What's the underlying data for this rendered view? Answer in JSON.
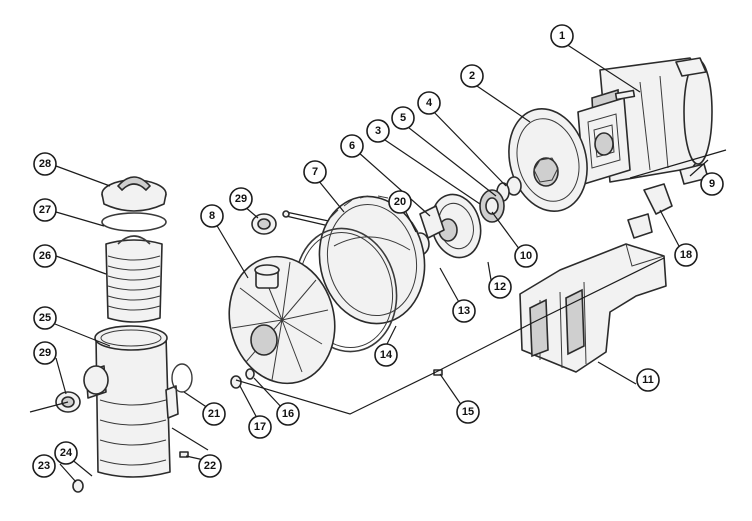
{
  "callouts": [
    {
      "id": "c1",
      "label": "1"
    },
    {
      "id": "c2",
      "label": "2"
    },
    {
      "id": "c3",
      "label": "3"
    },
    {
      "id": "c4",
      "label": "4"
    },
    {
      "id": "c5",
      "label": "5"
    },
    {
      "id": "c6",
      "label": "6"
    },
    {
      "id": "c7",
      "label": "7"
    },
    {
      "id": "c8",
      "label": "8"
    },
    {
      "id": "c9",
      "label": "9"
    },
    {
      "id": "c10",
      "label": "10"
    },
    {
      "id": "c11",
      "label": "11"
    },
    {
      "id": "c12",
      "label": "12"
    },
    {
      "id": "c13",
      "label": "13"
    },
    {
      "id": "c14",
      "label": "14"
    },
    {
      "id": "c15",
      "label": "15"
    },
    {
      "id": "c16",
      "label": "16"
    },
    {
      "id": "c17",
      "label": "17"
    },
    {
      "id": "c18",
      "label": "18"
    },
    {
      "id": "c20",
      "label": "20"
    },
    {
      "id": "c21",
      "label": "21"
    },
    {
      "id": "c22",
      "label": "22"
    },
    {
      "id": "c23",
      "label": "23"
    },
    {
      "id": "c24",
      "label": "24"
    },
    {
      "id": "c25",
      "label": "25"
    },
    {
      "id": "c26",
      "label": "26"
    },
    {
      "id": "c27",
      "label": "27"
    },
    {
      "id": "c28",
      "label": "28"
    },
    {
      "id": "c29a",
      "label": "29"
    },
    {
      "id": "c29b",
      "label": "29"
    }
  ]
}
